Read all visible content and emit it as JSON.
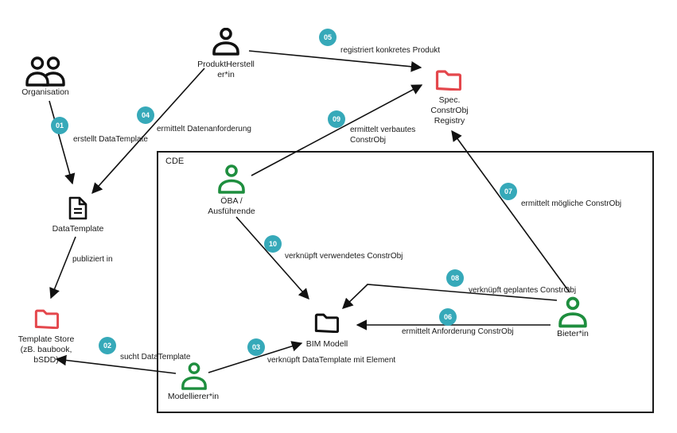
{
  "diagram": {
    "cde_label": "CDE",
    "nodes": {
      "organisation": "Organisation",
      "produkthersteller": "ProduktHerstell\ner*in",
      "registry": "Spec.\nConstrObj\nRegistry",
      "datatemplate": "DataTemplate",
      "templatestore": "Template Store\n(zB. baubook,\nbSDD)",
      "oeba": "ÖBA /\nAusführende",
      "bim": "BIM Modell",
      "modellierer": "Modellierer*in",
      "bieter": "Bieter*in"
    },
    "steps": {
      "s01": {
        "num": "01",
        "label": "erstellt DataTemplate"
      },
      "s02": {
        "num": "02",
        "label": "sucht DataTemplate"
      },
      "s03": {
        "num": "03",
        "label": "verknüpft DataTemplate mit Element"
      },
      "s04": {
        "num": "04",
        "label": "ermittelt Datenanforderung"
      },
      "s05": {
        "num": "05",
        "label": "registriert konkretes Produkt"
      },
      "s06": {
        "num": "06",
        "label": "ermittelt Anforderung ConstrObj"
      },
      "s07": {
        "num": "07",
        "label": "ermittelt mögliche ConstrObj"
      },
      "s08": {
        "num": "08",
        "label": "verknüpft geplantes ConstrObj"
      },
      "s09": {
        "num": "09",
        "label": "ermittelt verbautes\nConstrObj"
      },
      "s10": {
        "num": "10",
        "label": "verknüpft verwendetes ConstrObj"
      }
    },
    "publish_label": "publiziert in",
    "colors": {
      "badge_teal": "#36a9b9",
      "actor_green": "#1e8e3e",
      "store_red": "#e4474c",
      "line_black": "#111111"
    }
  }
}
